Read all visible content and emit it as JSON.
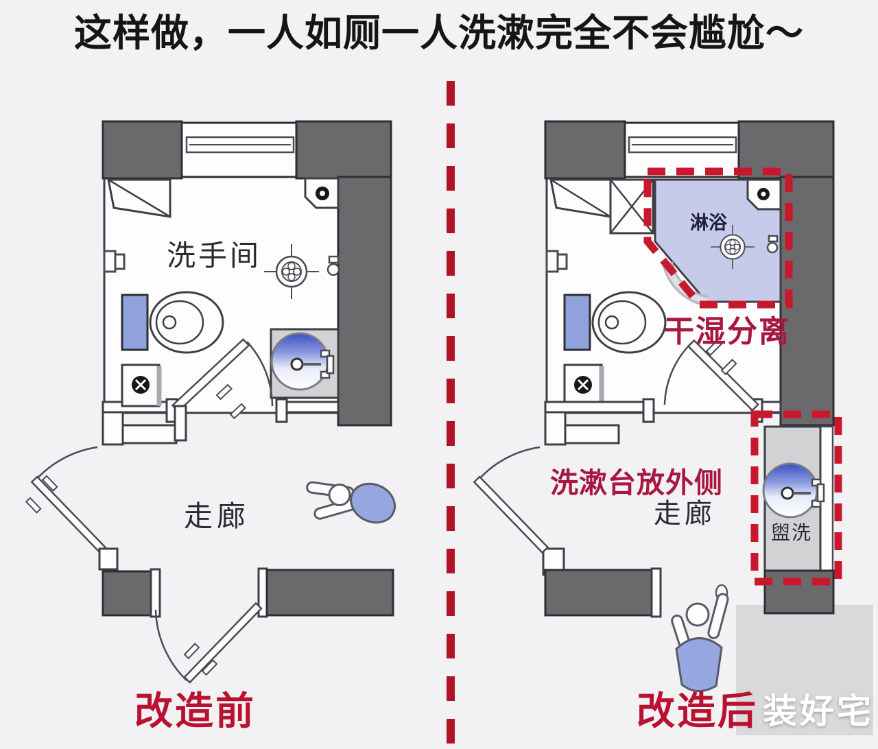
{
  "title": "这样做，一人如厕一人洗漱完全不会尴尬～",
  "watermark": "装好宅",
  "before": {
    "caption": "改造前",
    "room_label": "洗手间",
    "corridor_label": "走廊"
  },
  "after": {
    "caption": "改造后",
    "shower_label": "淋浴",
    "corridor_label": "走廊",
    "basin_label": "盥洗",
    "note_dry_wet": "干湿分离",
    "note_basin_outside": "洗漱台放外侧"
  },
  "colors": {
    "background": "#f2f2f4",
    "wall_dark": "#6a6a6d",
    "line": "#3e3e46",
    "counter_gray": "#d2d2d4",
    "shower_blue": "#c5cbe9",
    "tank_blue": "#8fa2dc",
    "person_blue": "#95a7de",
    "basin_blue": "#3b50c4",
    "divider_red": "#b01226",
    "highlight_dash_red": "#c9182e",
    "caption_red": "#bb1130",
    "note_red": "#a8173f",
    "watermark_white": "#ffffff"
  }
}
